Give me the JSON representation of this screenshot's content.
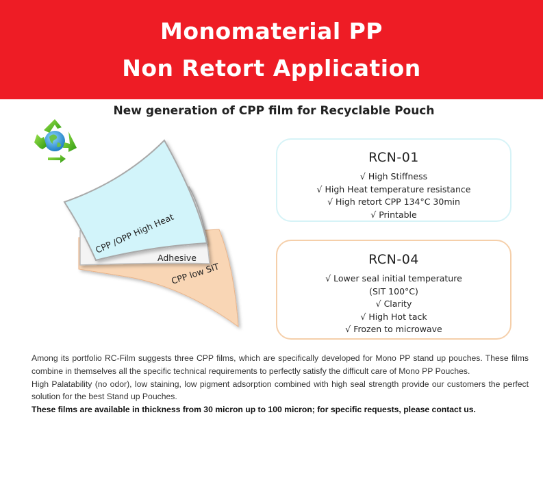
{
  "header": {
    "line1": "Monomaterial PP",
    "line2": "Non Retort Application"
  },
  "subtitle": "New generation of CPP film for Recyclable Pouch",
  "illustration": {
    "layer_top": "CPP /OPP High Heat",
    "layer_middle": "Adhesive",
    "layer_bottom": "CPP low SIT",
    "icon": "recycle-globe-icon"
  },
  "products": [
    {
      "name": "RCN-01",
      "features": [
        "√ High Stiffness",
        "√ High Heat temperature resistance",
        "√ High retort CPP 134°C  30min",
        "√ Printable"
      ]
    },
    {
      "name": "RCN-04",
      "features": [
        "√ Lower seal initial temperature",
        "(SIT 100°C)",
        "√ Clarity",
        "√ High Hot tack",
        "√ Frozen to microwave"
      ]
    }
  ],
  "description": {
    "p1": "Among its portfolio RC-Film suggests three CPP films, which are specifically developed for Mono PP stand up pouches. These films combine in themselves all the specific technical requirements to perfectly satisfy the difficult care of Mono PP Pouches.",
    "p2": "High Palatability (no odor), low staining, low pigment adsorption combined with high seal strength provide our customers the perfect solution for the best Stand up Pouches.",
    "p3": "These films are available in thickness from 30 micron up to 100 micron; for specific requests,  please contact us."
  },
  "colors": {
    "header_bg": "#ee1c25",
    "card1_border": "#d6f3f7",
    "card2_border": "#f5cfaa",
    "layer_top": "#d2f4fa",
    "layer_bottom": "#f9d6b5"
  }
}
